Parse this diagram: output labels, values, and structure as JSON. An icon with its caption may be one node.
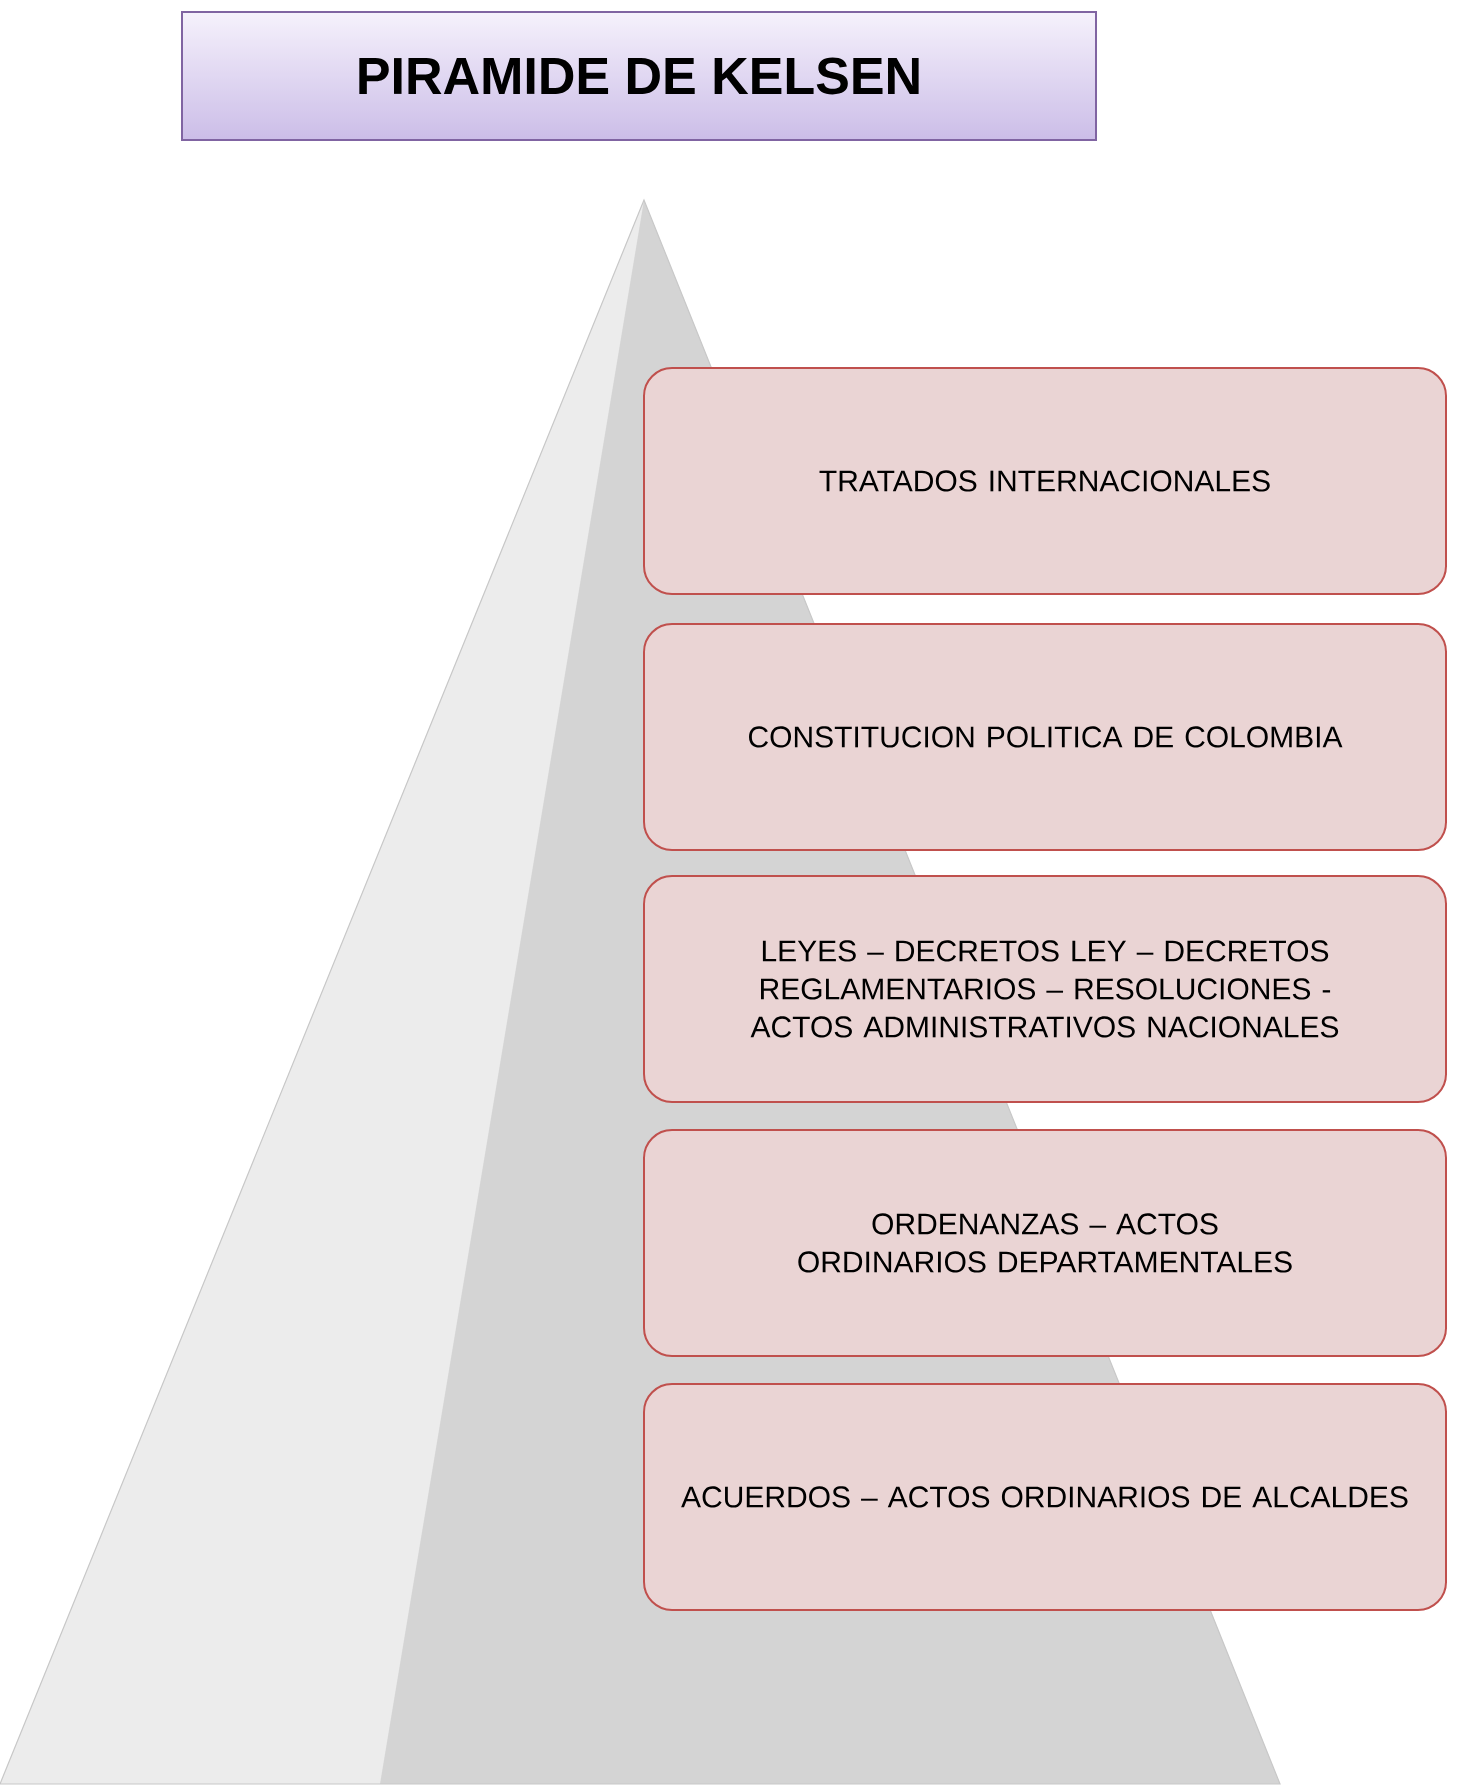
{
  "diagram": {
    "title": "PIRAMIDE DE KELSEN",
    "nodes": [
      {
        "text": [
          "TRATADOS INTERNACIONALES"
        ]
      },
      {
        "text": [
          "CONSTITUCION POLITICA DE COLOMBIA"
        ]
      },
      {
        "text": [
          "LEYES – DECRETOS LEY – DECRETOS REGLAMENTARIOS – RESOLUCIONES - ACTOS ADMINISTRATIVOS NACIONALES"
        ]
      },
      {
        "text": [
          "ORDENANZAS – ACTOS ORDINARIOS DEPARTAMENTALES"
        ]
      },
      {
        "text": [
          "ACUERDOS – ACTOS ORDINARIOS DE ALCALDES"
        ]
      }
    ]
  }
}
